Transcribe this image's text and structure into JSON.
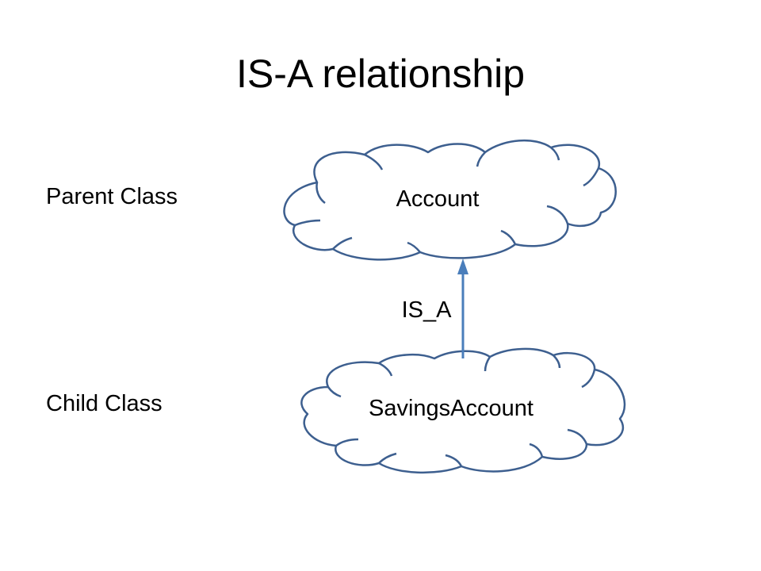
{
  "title": "IS-A relationship",
  "labels": {
    "parent": "Parent Class",
    "child": "Child Class"
  },
  "nodes": {
    "parent": "Account",
    "child": "SavingsAccount"
  },
  "edge": {
    "label": "IS_A",
    "from": "SavingsAccount",
    "to": "Account"
  },
  "colors": {
    "cloud_outline": "#3d5f8f",
    "arrow": "#4a7ebb"
  }
}
